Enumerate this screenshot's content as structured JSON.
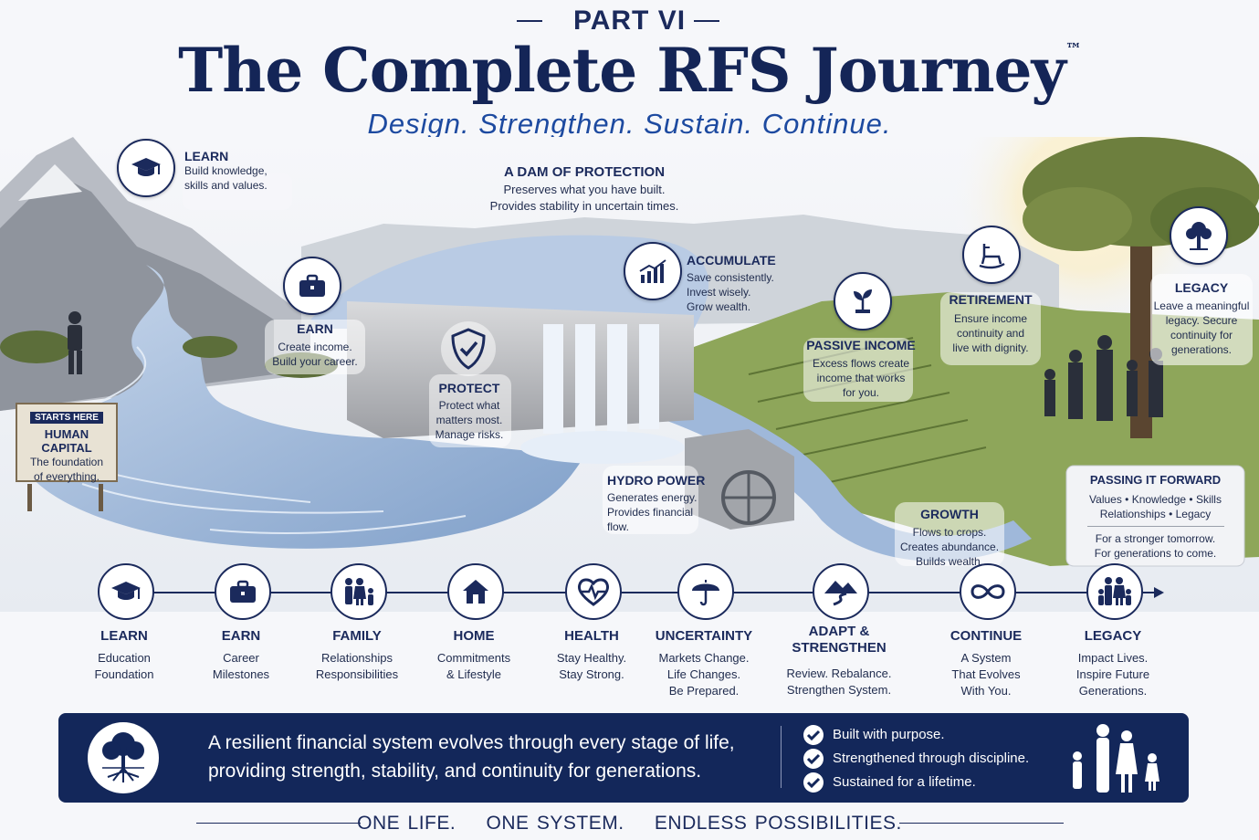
{
  "header": {
    "part": "PART VI",
    "title": "The Complete RFS Journey",
    "trademark": "™",
    "subtitle": "Design. Strengthen. Sustain. Continue."
  },
  "scene": {
    "sign": {
      "top": "STARTS HERE",
      "title": "HUMAN CAPITAL",
      "text1": "The foundation",
      "text2": "of everything."
    },
    "learn": {
      "title": "LEARN",
      "text1": "Build knowledge,",
      "text2": "skills and values."
    },
    "dam": {
      "title": "A DAM OF PROTECTION",
      "text1": "Preserves what you have built.",
      "text2": "Provides stability in uncertain times."
    },
    "earn": {
      "title": "EARN",
      "text1": "Create income.",
      "text2": "Build your career."
    },
    "protect": {
      "title": "PROTECT",
      "text1": "Protect what",
      "text2": "matters most.",
      "text3": "Manage risks."
    },
    "accumulate": {
      "title": "ACCUMULATE",
      "text1": "Save consistently.",
      "text2": "Invest wisely.",
      "text3": "Grow wealth."
    },
    "passive": {
      "title": "PASSIVE INCOME",
      "text1": "Excess flows create",
      "text2": "income that works",
      "text3": "for you."
    },
    "retirement": {
      "title": "RETIREMENT",
      "text1": "Ensure income",
      "text2": "continuity and",
      "text3": "live with dignity."
    },
    "legacy": {
      "title": "LEGACY",
      "text1": "Leave a meaningful",
      "text2": "legacy. Secure",
      "text3": "continuity for",
      "text4": "generations."
    },
    "hydro": {
      "title": "HYDRO POWER",
      "text1": "Generates energy.",
      "text2": "Provides financial",
      "text3": "flow."
    },
    "growth": {
      "title": "GROWTH",
      "text1": "Flows to crops.",
      "text2": "Creates abundance.",
      "text3": "Builds wealth."
    },
    "passing": {
      "title": "PASSING IT FORWARD",
      "text1": "Values • Knowledge • Skills",
      "text2": "Relationships • Legacy",
      "text3": "For a stronger tomorrow.",
      "text4": "For generations to come."
    }
  },
  "timeline": [
    {
      "title": "LEARN",
      "l1": "Education",
      "l2": "Foundation",
      "l3": "",
      "icon": "graduation-cap-icon"
    },
    {
      "title": "EARN",
      "l1": "Career",
      "l2": "Milestones",
      "l3": "",
      "icon": "briefcase-icon"
    },
    {
      "title": "FAMILY",
      "l1": "Relationships",
      "l2": "Responsibilities",
      "l3": "",
      "icon": "family-icon"
    },
    {
      "title": "HOME",
      "l1": "Commitments",
      "l2": "& Lifestyle",
      "l3": "",
      "icon": "house-icon"
    },
    {
      "title": "HEALTH",
      "l1": "Stay Healthy.",
      "l2": "Stay Strong.",
      "l3": "",
      "icon": "heart-pulse-icon"
    },
    {
      "title": "UNCERTAINTY",
      "l1": "Markets Change.",
      "l2": "Life Changes.",
      "l3": "Be Prepared.",
      "icon": "umbrella-icon"
    },
    {
      "title": "ADAPT &",
      "title2": "STRENGTHEN",
      "l1": "Review. Rebalance.",
      "l2": "Strengthen System.",
      "l3": "",
      "icon": "mountain-road-icon"
    },
    {
      "title": "CONTINUE",
      "l1": "A System",
      "l2": "That Evolves",
      "l3": "With You.",
      "icon": "infinity-icon"
    },
    {
      "title": "LEGACY",
      "l1": "Impact Lives.",
      "l2": "Inspire Future",
      "l3": "Generations.",
      "icon": "family-generations-icon"
    }
  ],
  "banner": {
    "line1": "A resilient financial system evolves through every stage of life,",
    "line2": "providing strength, stability, and continuity for generations.",
    "checks": [
      "Built with purpose.",
      "Strengthened through discipline.",
      "Sustained for a lifetime."
    ]
  },
  "footer": "ONE LIFE.    ONE SYSTEM.    ENDLESS POSSIBILITIES.",
  "colors": {
    "navy": "#13275a",
    "accent_blue": "#1d4aa0",
    "water": "#8fb0d6",
    "grass": "#6f8a3c"
  }
}
